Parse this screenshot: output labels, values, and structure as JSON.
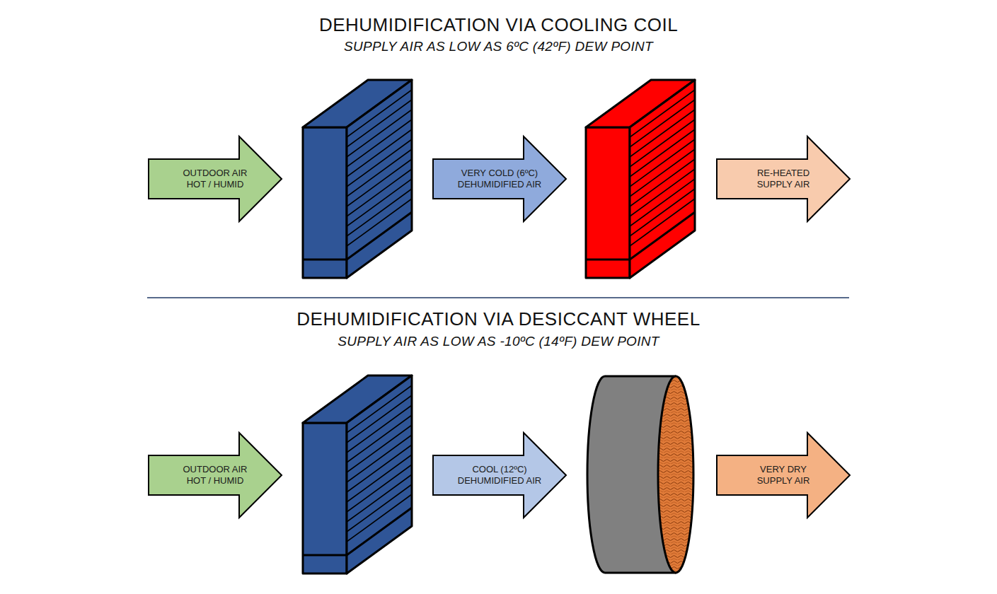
{
  "diagram": {
    "title": "DEHUMIDIFICATION VIA COOLING COIL",
    "nodes": [
      {
        "text": [
          "OUTDOOR AIR HOT / HUMID"
        ]
      },
      {
        "text": [
          "VERY COLD (6ºC) DEHUMIDIFIED AIR"
        ]
      },
      {
        "text": [
          "RE-HEATED SUPPLY AIR"
        ]
      },
      {
        "text": [
          "OUTDOOR AIR HOT / HUMID"
        ]
      },
      {
        "text": [
          "COOL (12ºC) DEHUMIDIFIED AIR"
        ]
      },
      {
        "text": [
          "VERY DRY SUPPLY AIR"
        ]
      }
    ],
    "labels": [
      "SUPPLY AIR AS LOW AS 6ºC (42ºF) DEW POINT",
      "DEHUMIDIFICATION VIA DESICCANT WHEEL",
      "SUPPLY AIR AS LOW AS -10ºC (14ºF) DEW POINT"
    ]
  }
}
